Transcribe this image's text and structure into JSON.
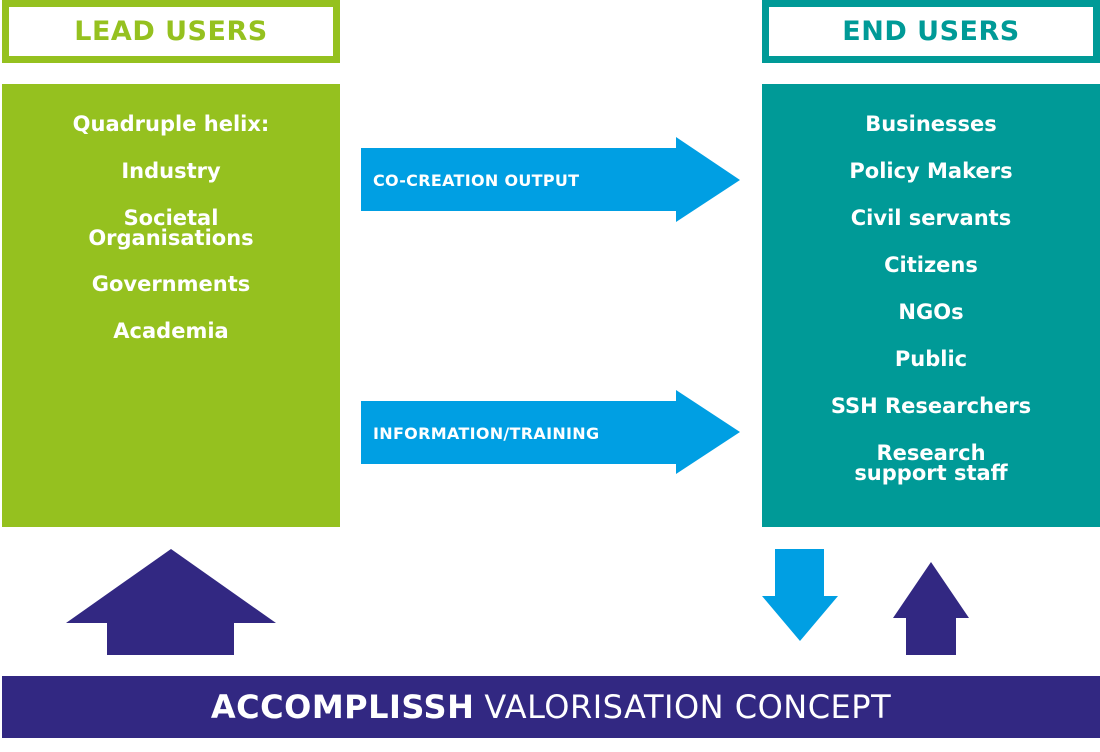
{
  "colors": {
    "lead_green": "#95c11f",
    "end_teal": "#009a97",
    "arrow_blue": "#009fe3",
    "banner_indigo": "#322882",
    "text_white": "#ffffff"
  },
  "lead_users": {
    "title": "LEAD USERS",
    "items": [
      "Quadruple helix:",
      "Industry",
      "Societal Organisations",
      "Governments",
      "Academia"
    ]
  },
  "end_users": {
    "title": "END USERS",
    "items": [
      "Businesses",
      "Policy Makers",
      "Civil servants",
      "Citizens",
      "NGOs",
      "Public",
      "SSH Researchers",
      "Research support staff"
    ]
  },
  "flows": [
    {
      "label": "CO-CREATION OUTPUT",
      "direction": "right",
      "from": "lead_users",
      "to": "end_users"
    },
    {
      "label": "INFORMATION/TRAINING",
      "direction": "right",
      "from": "lead_users",
      "to": "end_users"
    }
  ],
  "vertical_arrows": [
    {
      "name": "valorisation-to-lead-users",
      "direction": "up",
      "color": "banner_indigo"
    },
    {
      "name": "end-users-to-valorisation",
      "direction": "down",
      "color": "arrow_blue"
    },
    {
      "name": "valorisation-to-end-users",
      "direction": "up",
      "color": "banner_indigo"
    }
  ],
  "banner": {
    "bold": "ACCOMPLISSH",
    "regular": "VALORISATION CONCEPT"
  }
}
